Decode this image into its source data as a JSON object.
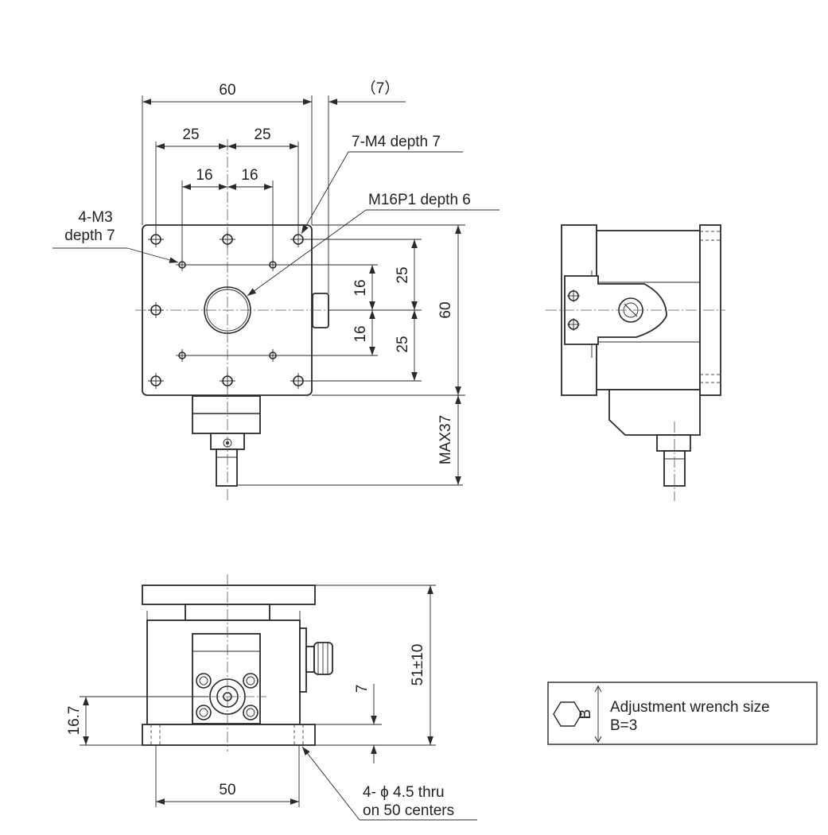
{
  "top_view": {
    "dim_width": "60",
    "dim_7": "（7）",
    "dim_25_left": "25",
    "dim_25_right": "25",
    "dim_16_left": "16",
    "dim_16_right": "16",
    "note_m4": "7-M4 depth 7",
    "note_m16": "M16P1 depth 6",
    "note_m3_line1": "4-M3",
    "note_m3_line2": "depth 7",
    "dim_16_upper": "16",
    "dim_16_lower": "16",
    "dim_25_upper": "25",
    "dim_25_lower": "25",
    "dim_height": "60",
    "dim_max": "MAX37"
  },
  "front_view": {
    "dim_height": "51±10",
    "dim_7": "7",
    "dim_16_7": "16.7",
    "dim_50": "50",
    "note_holes_line1": "4- ϕ 4.5 thru",
    "note_holes_line2": "on 50 centers"
  },
  "wrench_box": {
    "hex_label": "B",
    "line1": "Adjustment  wrench size",
    "line2": "B=3"
  }
}
